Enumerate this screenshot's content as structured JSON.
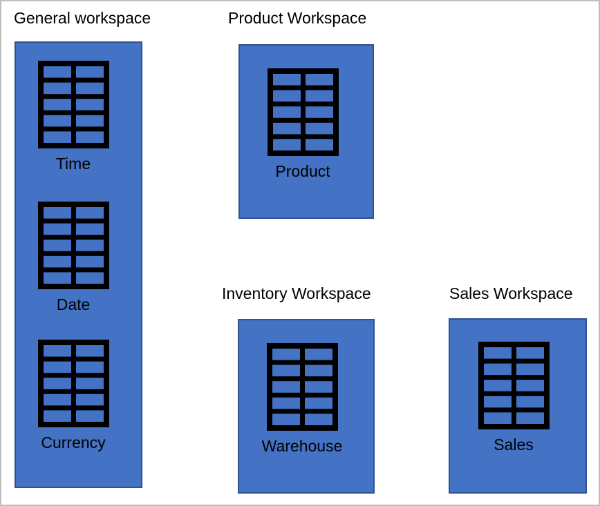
{
  "colors": {
    "panel_fill": "#4472C4",
    "panel_border": "#2F528F",
    "icon_color": "#000000",
    "text_color": "#000000",
    "canvas_border": "#BFBFBF",
    "canvas_background": "#FFFFFF"
  },
  "workspaces": [
    {
      "title": "General workspace",
      "tables": [
        {
          "label": "Time",
          "icon": "table-icon"
        },
        {
          "label": "Date",
          "icon": "table-icon"
        },
        {
          "label": "Currency",
          "icon": "table-icon"
        }
      ]
    },
    {
      "title": "Product Workspace",
      "tables": [
        {
          "label": "Product",
          "icon": "table-icon"
        }
      ]
    },
    {
      "title": "Inventory Workspace",
      "tables": [
        {
          "label": "Warehouse",
          "icon": "table-icon"
        }
      ]
    },
    {
      "title": "Sales Workspace",
      "tables": [
        {
          "label": "Sales",
          "icon": "table-icon"
        }
      ]
    }
  ],
  "icon_grid": {
    "columns": 2,
    "rows": 5
  }
}
